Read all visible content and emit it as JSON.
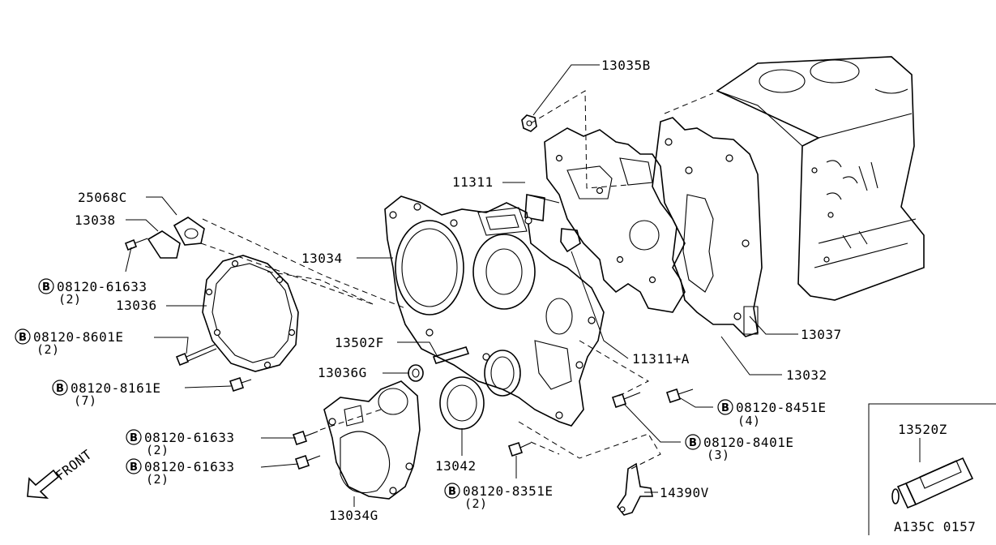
{
  "bolt_marker": "B",
  "labels": {
    "p13035B": "13035B",
    "p11311": "11311",
    "p25068C": "25068C",
    "p13038": "13038",
    "p13034": "13034",
    "p08120_61633_a": "08120-61633",
    "p08120_61633_a_qty": "(2)",
    "p13036": "13036",
    "p08120_8601E": "08120-8601E",
    "p08120_8601E_qty": "(2)",
    "p13502F": "13502F",
    "p11311A": "11311+A",
    "p13037": "13037",
    "p13036G": "13036G",
    "p13032": "13032",
    "p08120_8161E": "08120-8161E",
    "p08120_8161E_qty": "(7)",
    "p08120_8451E": "08120-8451E",
    "p08120_8451E_qty": "(4)",
    "p08120_61633_b": "08120-61633",
    "p08120_61633_b_qty": "(2)",
    "p08120_8401E": "08120-8401E",
    "p08120_8401E_qty": "(3)",
    "p08120_61633_c": "08120-61633",
    "p08120_61633_c_qty": "(2)",
    "p13042": "13042",
    "p14390V": "14390V",
    "p08120_8351E": "08120-8351E",
    "p08120_8351E_qty": "(2)",
    "p13034G": "13034G",
    "p13520Z": "13520Z",
    "front": "FRONT",
    "drawing_code": "A135C 0157"
  }
}
